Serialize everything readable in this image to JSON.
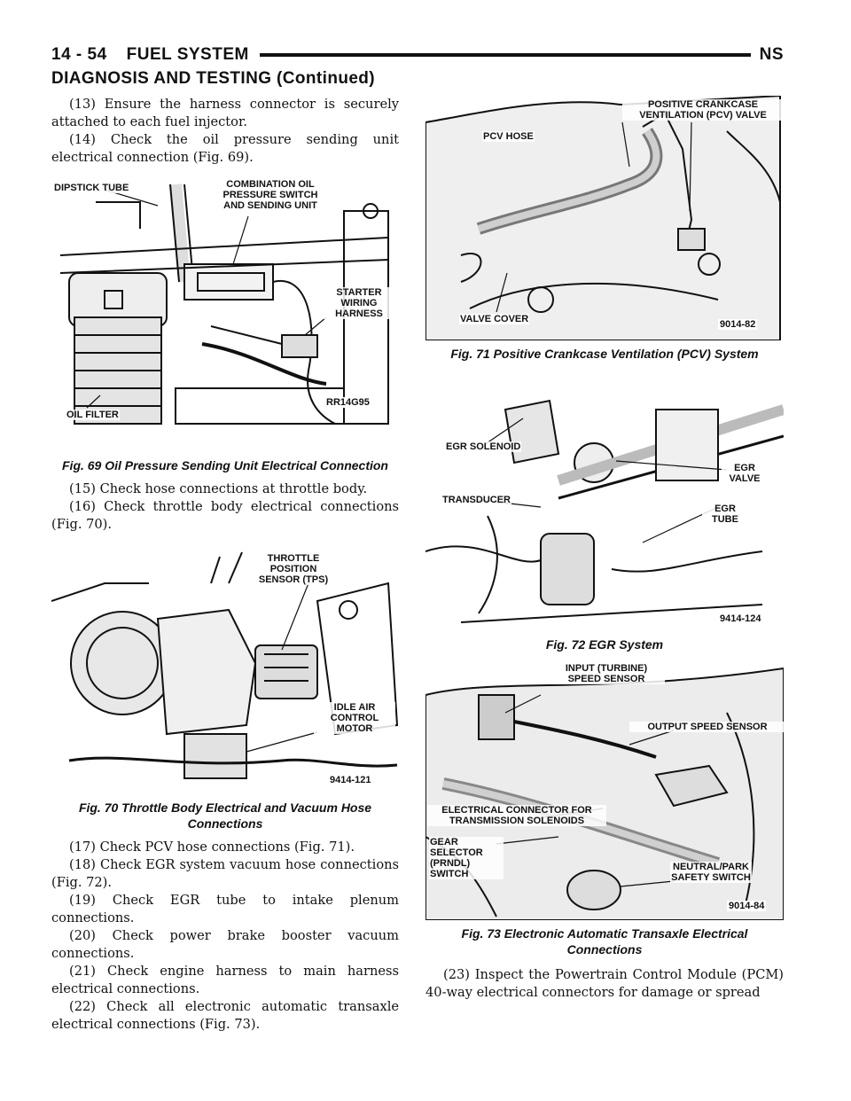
{
  "header": {
    "page_number": "14 - 54",
    "section": "FUEL SYSTEM",
    "model_code": "NS",
    "running_title": "DIAGNOSIS AND TESTING (Continued)"
  },
  "left_column": {
    "para_13": "(13) Ensure the harness connector is securely attached to each fuel injector.",
    "para_14": "(14) Check the oil pressure sending unit electrical connection (Fig. 69).",
    "fig69": {
      "labels": {
        "dipstick": "DIPSTICK TUBE",
        "combination": "COMBINATION OIL PRESSURE SWITCH AND SENDING UNIT",
        "starter": "STARTER WIRING HARNESS",
        "oil_filter": "OIL FILTER",
        "fig_id": "RR14G95"
      },
      "caption": "Fig. 69 Oil Pressure Sending Unit Electrical Connection"
    },
    "para_15": "(15) Check hose connections at throttle body.",
    "para_16": "(16) Check throttle body electrical connections (Fig. 70).",
    "fig70": {
      "labels": {
        "tps": "THROTTLE POSITION SENSOR (TPS)",
        "iac": "IDLE AIR CONTROL MOTOR",
        "fig_id": "9414-121"
      },
      "caption": "Fig. 70 Throttle Body Electrical and Vacuum Hose Connections"
    },
    "para_17": "(17) Check PCV hose connections (Fig. 71).",
    "para_18": "(18) Check EGR system vacuum hose connections (Fig. 72).",
    "para_19": "(19) Check EGR tube to intake plenum connections.",
    "para_20": "(20) Check power brake booster vacuum connections.",
    "para_21": "(21) Check engine harness to main harness electrical connections.",
    "para_22": "(22) Check all electronic automatic transaxle electrical connections (Fig. 73)."
  },
  "right_column": {
    "fig71": {
      "labels": {
        "pcv_valve": "POSITIVE CRANKCASE VENTILATION (PCV) VALVE",
        "pcv_hose": "PCV HOSE",
        "valve_cover": "VALVE COVER",
        "fig_id": "9014-82"
      },
      "caption": "Fig. 71 Positive Crankcase Ventilation (PCV) System"
    },
    "fig72": {
      "labels": {
        "egr_solenoid": "EGR SOLENOID",
        "egr_valve": "EGR VALVE",
        "transducer": "TRANSDUCER",
        "egr_tube": "EGR TUBE",
        "fig_id": "9414-124"
      },
      "caption": "Fig. 72 EGR System"
    },
    "fig73": {
      "labels": {
        "input_speed": "INPUT (TURBINE) SPEED SENSOR",
        "output_speed": "OUTPUT SPEED SENSOR",
        "elec_connector": "ELECTRICAL CONNECTOR FOR TRANSMISSION SOLENOIDS",
        "gear_selector": "GEAR SELECTOR (PRNDL) SWITCH",
        "neutral_park": "NEUTRAL/PARK SAFETY SWITCH",
        "fig_id": "9014-84"
      },
      "caption": "Fig. 73 Electronic Automatic Transaxle Electrical Connections"
    },
    "para_23": "(23) Inspect the Powertrain Control Module (PCM) 40-way electrical connectors for damage or spread"
  }
}
